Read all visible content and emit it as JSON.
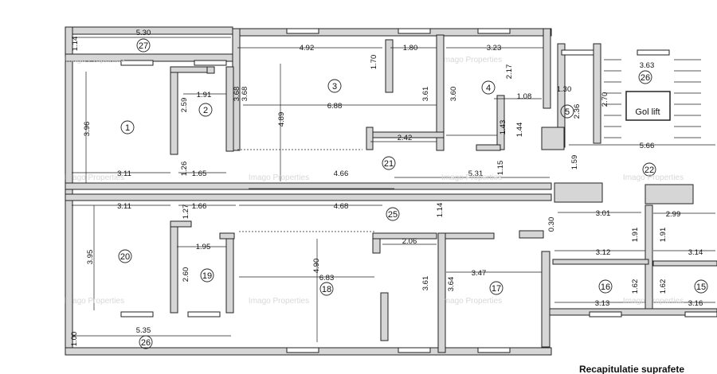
{
  "colors": {
    "wall": "#d6d6d6",
    "line": "#222222",
    "bg": "#ffffff"
  },
  "watermark": "Imago Properties",
  "footer_title": "Recapitulatie suprafete",
  "lift_label": "Gol lift",
  "rooms": [
    "1",
    "2",
    "3",
    "4",
    "5",
    "15",
    "16",
    "17",
    "18",
    "19",
    "20",
    "21",
    "22",
    "25",
    "26",
    "27",
    "26"
  ],
  "dims": [
    "5.30",
    "1.14",
    "4.92",
    "1.80",
    "3.23",
    "3.68",
    "1.70",
    "2.17",
    "1.30",
    "2.70",
    "2.36",
    "1.08",
    "1.91",
    "2.59",
    "3.68",
    "4.89",
    "6.88",
    "3.61",
    "3.60",
    "1.43",
    "1.44",
    "3.96",
    "2.42",
    "5.66",
    "3.11",
    "1.26",
    "1.65",
    "4.66",
    "5.31",
    "1.15",
    "1.59",
    "3.11",
    "1.27",
    "1.66",
    "4.68",
    "1.14",
    "0.30",
    "3.01",
    "2.99",
    "1.95",
    "2.06",
    "1.91",
    "1.91",
    "3.95",
    "2.60",
    "4.90",
    "6.83",
    "3.47",
    "3.12",
    "3.14",
    "3.64",
    "3.61",
    "1.62",
    "1.62",
    "1.00",
    "5.35",
    "3.13",
    "3.16",
    "3.63"
  ]
}
